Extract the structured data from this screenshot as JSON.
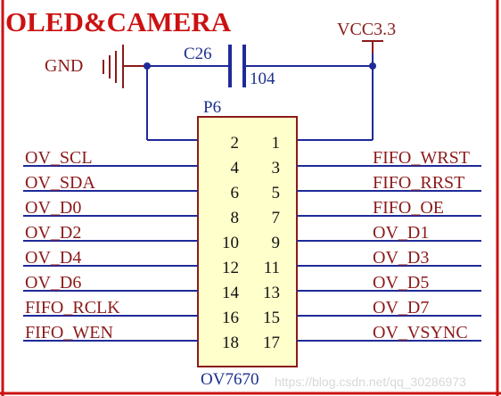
{
  "title": "OLED&CAMERA",
  "power": {
    "gnd": "GND",
    "vcc": "VCC3.3"
  },
  "capacitor": {
    "ref": "C26",
    "value": "104"
  },
  "connector": {
    "ref": "P6",
    "part": "OV7670",
    "left_pins": [
      "2",
      "4",
      "6",
      "8",
      "10",
      "12",
      "14",
      "16",
      "18"
    ],
    "right_pins": [
      "1",
      "3",
      "5",
      "7",
      "9",
      "11",
      "13",
      "15",
      "17"
    ],
    "left_nets": [
      "",
      "OV_SCL",
      "OV_SDA",
      "OV_D0",
      "OV_D2",
      "OV_D4",
      "OV_D6",
      "FIFO_RCLK",
      "FIFO_WEN"
    ],
    "right_nets": [
      "",
      "FIFO_WRST",
      "FIFO_RRST",
      "FIFO_OE",
      "OV_D1",
      "OV_D3",
      "OV_D5",
      "OV_D7",
      "OV_VSYNC"
    ]
  },
  "watermark": "https://blog.csdn.net/qq_30286973",
  "colors": {
    "wire": "#1f2a99",
    "net_label": "#8b1a1a",
    "title": "#cc1111",
    "body_fill": "#ffffcc",
    "body_border": "#8b1a1a",
    "border": "#cc1111"
  }
}
